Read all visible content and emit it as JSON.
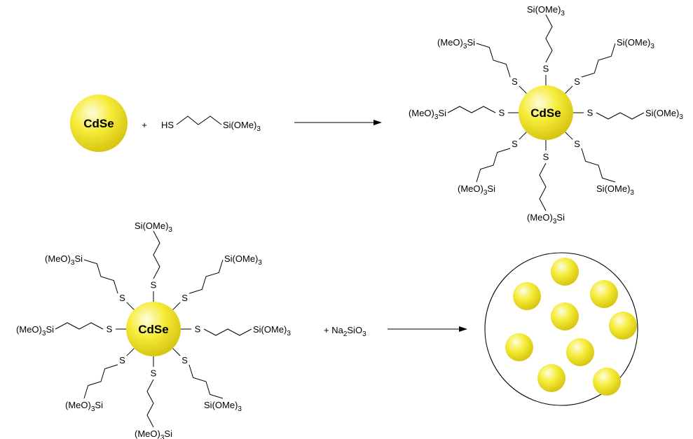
{
  "core": {
    "label": "CdSe",
    "color_light": "#fdfde0",
    "color_mid": "#f6ec3a",
    "color_dark": "#d4c20e"
  },
  "reaction1": {
    "plus": "+",
    "reagent": {
      "hs": "HS",
      "si": "Si(OMe)",
      "si_sub": "3"
    }
  },
  "ligand": {
    "s": "S",
    "right_text": "Si(OMe)",
    "left_text": "(MeO)",
    "left_tail": "Si",
    "sub": "3"
  },
  "reaction2": {
    "plus": "+ Na",
    "sub1": "2",
    "mid": "SiO",
    "sub2": "3"
  },
  "silica_particle": {
    "count": 9
  }
}
